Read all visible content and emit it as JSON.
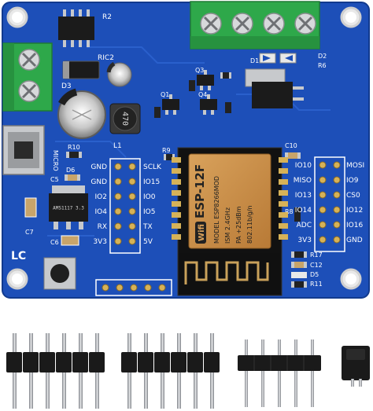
{
  "board": {
    "module_brand": "Wifi",
    "module_name": "ESP-12F",
    "module_lines": [
      "MODEL ESP8266MOD",
      "ISM 2.4GHz",
      "PA +25dBm",
      "802.11b/g/n"
    ],
    "inductor_value": "470",
    "logo": "LC",
    "usb_label": "MICRO",
    "regulator_text": "AMS1117 3.3",
    "left_pins_labels": [
      "GND",
      "GND",
      "IO2",
      "IO4",
      "RX",
      "3V3"
    ],
    "left_pins_right_labels": [
      "SCLK",
      "IO15",
      "IO0",
      "IO5",
      "TX",
      "5V"
    ],
    "right_pins_left_labels": [
      "IO10",
      "MISO",
      "IO13",
      "IO14",
      "ADC",
      "3V3"
    ],
    "right_pins_right_labels": [
      "MOSI",
      "IO9",
      "CS0",
      "IO12",
      "IO16",
      "GND"
    ],
    "refs": {
      "R2": "R2",
      "RIC2": "RIC2",
      "D3": "D3",
      "D1": "D1",
      "D2": "D2",
      "R6": "R6",
      "Q3": "Q3",
      "Q1": "Q1",
      "Q4": "Q4",
      "L1": "L1",
      "R10": "R10",
      "D6": "D6",
      "C5": "C5",
      "R9": "R9",
      "C10": "C10",
      "R8": "R8",
      "C7": "C7",
      "C6": "C6",
      "R17": "R17",
      "C12": "C12",
      "D5": "D5",
      "R11": "R11"
    }
  },
  "colors": {
    "pcb": "#1d4fb8",
    "pcb_edge": "#123a8e",
    "terminal": "#2ea84a",
    "pin_plastic": "#1a1a1a",
    "pin_metal": "#b9bcc0"
  }
}
